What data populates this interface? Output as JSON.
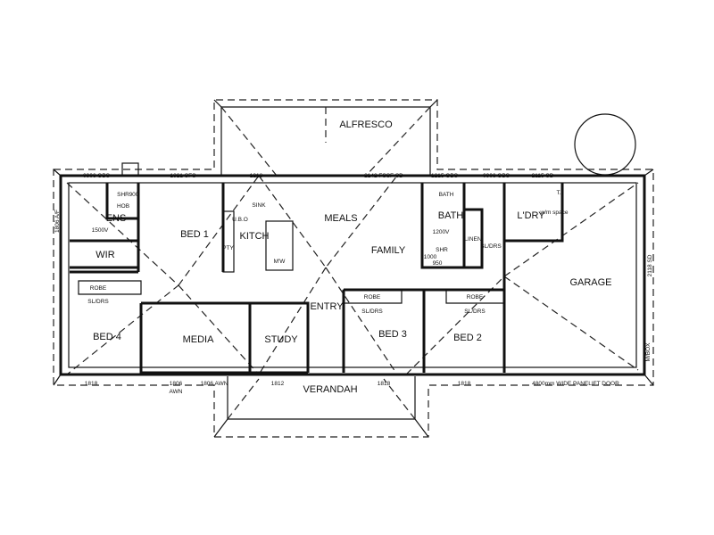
{
  "rooms": {
    "alfresco": "ALFRESCO",
    "ens": "ENS",
    "bed1": "BED 1",
    "wir": "WIR",
    "kitch": "KITCH",
    "meals": "MEALS",
    "family": "FAMILY",
    "bath": "BATH",
    "ldry": "L'DRY",
    "garage": "GARAGE",
    "bed4": "BED 4",
    "media": "MEDIA",
    "study": "STUDY",
    "entry": "ENTRY",
    "bed3": "BED 3",
    "bed2": "BED 2",
    "verandah": "VERANDAH"
  },
  "fixtures": {
    "shr1": "SHR",
    "hob": "HOB",
    "shr1_size": "900",
    "vanity1": "1500V",
    "robe_bed4": "ROBE",
    "sldrs_bed4": "SL/DRS",
    "pty": "PTY.",
    "ubo": "U.B.O",
    "sink": "SINK",
    "mw": "M'W",
    "bath_tub": "BATH",
    "vanity2": "1200V",
    "shr2": "SHR",
    "shr2_w": "1000",
    "shr2_d": "950",
    "linen": "LINEN",
    "sldrs_linen": "SL/DRS",
    "wm_space": "w/m space",
    "tub": "T.",
    "robe_bed3": "ROBE",
    "sldrs_bed3": "SL/DRS",
    "robe_bed2": "ROBE",
    "sldrs_bed2": "SL/DRS",
    "mbox": "M/BOX"
  },
  "windows": {
    "w_ens": "0906 OBS",
    "w_bed1": "1821 SFS",
    "w_kitch": "1218",
    "w_meals": "2142 FSSF SD",
    "w_bath": "1215 OBS",
    "w_wc": "0906 OBS",
    "w_ldry": "2115 SD",
    "w_left": "1806 A/F",
    "w_garage": "2118 SD",
    "w_bed4": "1818",
    "w_media1": "1806",
    "w_media1_awn": "AWN",
    "w_media2": "1806 AWN",
    "w_study": "1812",
    "w_bed3": "1818",
    "w_bed2": "1818",
    "garage_door": "4800mm WIDE PANELIFT DOOR"
  }
}
